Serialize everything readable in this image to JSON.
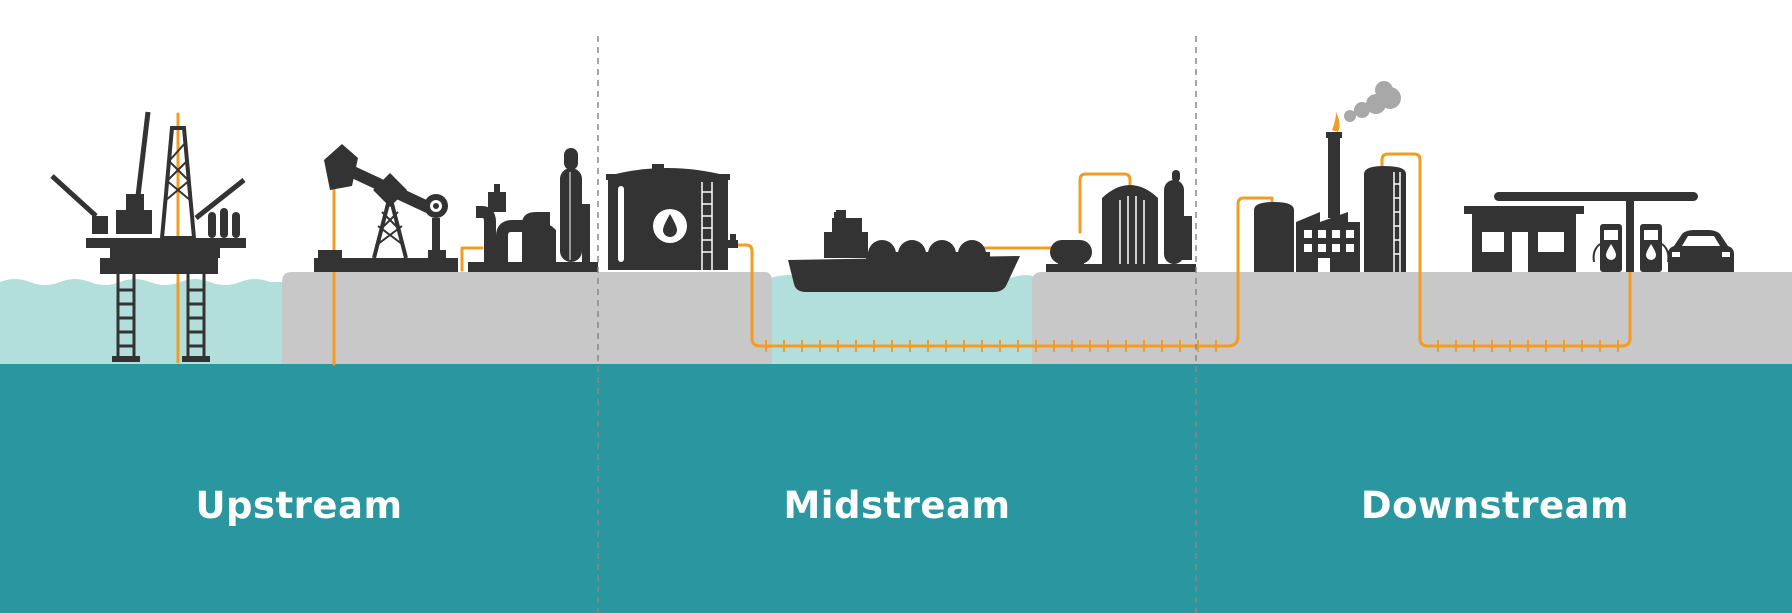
{
  "stages": [
    {
      "label": "Upstream"
    },
    {
      "label": "Midstream"
    },
    {
      "label": "Downstream"
    }
  ],
  "colors": {
    "ground": "#c8c8c8",
    "water": "#b2dfdc",
    "deep_water": "#2a96a0",
    "pipeline": "#f39c23",
    "silhouette": "#333333",
    "smoke": "#a8a8a8",
    "divider": "#888888"
  },
  "icons": [
    "offshore-platform-icon",
    "pump-jack-icon",
    "wellhead-separator-icon",
    "storage-tank-icon",
    "lng-tanker-icon",
    "gas-processing-plant-icon",
    "refinery-icon",
    "gas-station-icon",
    "car-icon"
  ]
}
